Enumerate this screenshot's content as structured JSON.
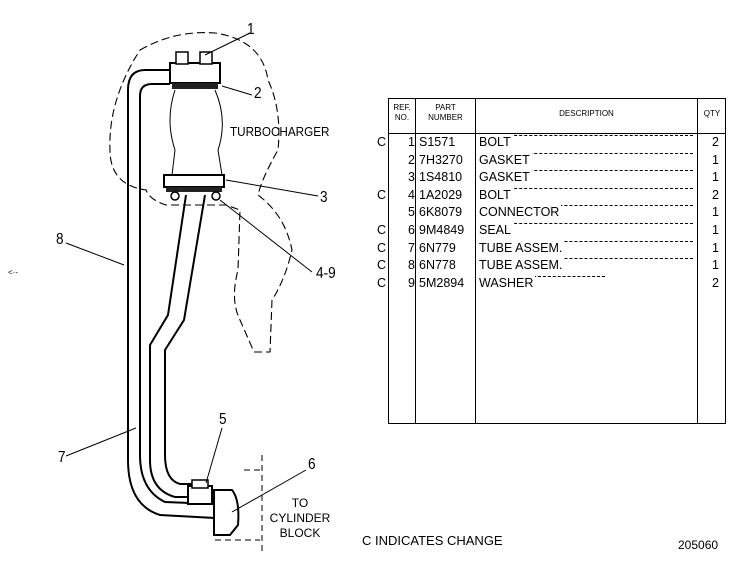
{
  "diagram": {
    "component_label": "TURBOCHARGER",
    "to_label": [
      "TO",
      "CYLINDER",
      "BLOCK"
    ],
    "callouts": [
      "1",
      "2",
      "3",
      "4-9",
      "5",
      "6",
      "7",
      "8"
    ]
  },
  "table": {
    "headers": {
      "ref": [
        "REF.",
        "NO."
      ],
      "part": [
        "PART",
        "NUMBER"
      ],
      "description": "DESCRIPTION",
      "qty": "QTY"
    },
    "rows": [
      {
        "change": "C",
        "ref": "1",
        "part": "S1571",
        "description": "BOLT",
        "qty": "2"
      },
      {
        "change": "",
        "ref": "2",
        "part": "7H3270",
        "description": "GASKET",
        "qty": "1"
      },
      {
        "change": "",
        "ref": "3",
        "part": "1S4810",
        "description": "GASKET",
        "qty": "1"
      },
      {
        "change": "C",
        "ref": "4",
        "part": "1A2029",
        "description": "BOLT",
        "qty": "2"
      },
      {
        "change": "",
        "ref": "5",
        "part": "6K8079",
        "description": "CONNECTOR",
        "qty": "1"
      },
      {
        "change": "C",
        "ref": "6",
        "part": "9M4849",
        "description": "SEAL",
        "qty": "1"
      },
      {
        "change": "C",
        "ref": "7",
        "part": "6N779",
        "description": "TUBE ASSEM.",
        "qty": "1"
      },
      {
        "change": "C",
        "ref": "8",
        "part": "6N778",
        "description": "TUBE ASSEM.",
        "qty": "1"
      },
      {
        "change": "C",
        "ref": "9",
        "part": "5M2894",
        "description": "WASHER",
        "qty": "2"
      }
    ]
  },
  "footer": {
    "note": "C INDICATES CHANGE",
    "figure_number": "205060"
  }
}
